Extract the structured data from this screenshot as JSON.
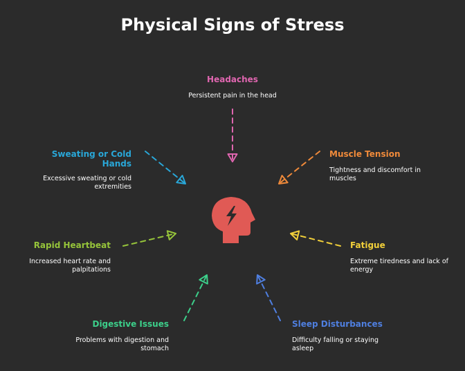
{
  "title": "Physical Signs of Stress",
  "center": {
    "icon": "head-with-lightning-icon",
    "color": "#e05a55"
  },
  "items": [
    {
      "id": "headaches",
      "label": "Headaches",
      "description": "Persistent pain in the head",
      "color": "#e066b0"
    },
    {
      "id": "muscle",
      "label": "Muscle Tension",
      "description": "Tightness and discomfort in muscles",
      "color": "#f08a3a"
    },
    {
      "id": "fatigue",
      "label": "Fatigue",
      "description": "Extreme tiredness and lack of energy",
      "color": "#f2d03a"
    },
    {
      "id": "sleep",
      "label": "Sleep Disturbances",
      "description": "Difficulty falling or staying asleep",
      "color": "#4f7fe0"
    },
    {
      "id": "digestive",
      "label": "Digestive Issues",
      "description": "Problems with digestion and stomach",
      "color": "#3ccf8a"
    },
    {
      "id": "heartbeat",
      "label": "Rapid Heartbeat",
      "description": "Increased heart rate and palpitations",
      "color": "#96c43a"
    },
    {
      "id": "sweating",
      "label": "Sweating or Cold Hands",
      "description": "Excessive sweating or cold extremities",
      "color": "#29a7d8"
    }
  ]
}
